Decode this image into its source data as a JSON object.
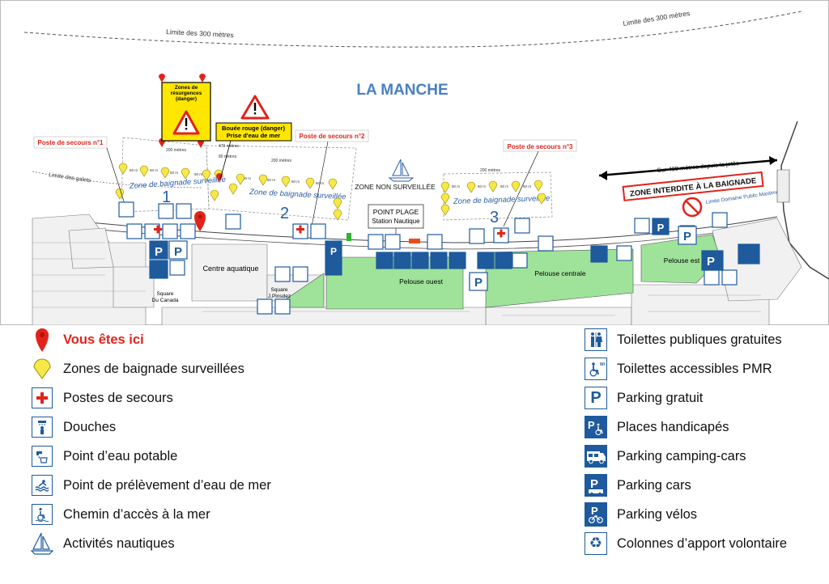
{
  "map": {
    "sea_label": "LA MANCHE",
    "limit_300_left": "Limite des 300 mètres",
    "limit_300_right": "Limite des 300 mètres",
    "limit_galets": "Limite des galets",
    "resurgence_label": "Zones de résurgences (danger)",
    "buoy_label_line1": "Bouée rouge (danger)",
    "buoy_label_line2": "Prise d'eau de mer",
    "poste1": "Poste de secours n°1",
    "poste2": "Poste de secours n°2",
    "poste3": "Poste de secours n°3",
    "zone_baignade_1": "Zone de baignade surveillée",
    "zone_baignade_2": "Zone de baignade surveillée",
    "zone_baignade_3": "Zone de baignade surveillée",
    "zone_num_1": "1",
    "zone_num_2": "2",
    "zone_num_3": "3",
    "zone_non_surveillee": "ZONE NON SURVEILLÉE",
    "point_plage_line1": "POINT PLAGE",
    "point_plage_line2": "Station Nautique",
    "zone_interdite": "ZONE INTERDITE À LA BAIGNADE",
    "sur_400": "Sur 400 mètres depuis la jetée",
    "limite_domaine": "Limite Domaine Public Maritime",
    "centre_aquatique": "Centre aquatique",
    "square_canada_l1": "Square",
    "square_canada_l2": "Du Canada",
    "square_pinsdez_l1": "Square",
    "square_pinsdez_l2": "J.Pinsdez",
    "pelouse_ouest": "Pelouse ouest",
    "pelouse_centrale": "Pelouse centrale",
    "pelouse_est": "Pelouse est",
    "dist_200": "200 mètres",
    "dist_470": "470 mètres",
    "dist_80": "80 mètres",
    "dist_50": "50 m",
    "dist_60": "60 m",
    "dist_200b": "200 mètres"
  },
  "legend_left": [
    {
      "icon": "location-pin-icon",
      "label": "Vous êtes ici",
      "color": "#e2231a"
    },
    {
      "icon": "yellow-buoy-icon",
      "label": "Zones de baignade surveillées",
      "color": "#f7e84a"
    },
    {
      "icon": "first-aid-icon",
      "label": "Postes de secours"
    },
    {
      "icon": "shower-icon",
      "label": "Douches"
    },
    {
      "icon": "drinking-water-icon",
      "label": "Point d’eau potable"
    },
    {
      "icon": "seawater-intake-icon",
      "label": "Point de prélèvement d’eau de mer"
    },
    {
      "icon": "sea-access-path-icon",
      "label": "Chemin d’accès à la mer"
    },
    {
      "icon": "sailboat-icon",
      "label": "Activités nautiques"
    }
  ],
  "legend_right": [
    {
      "icon": "public-toilets-icon",
      "label": "Toilettes publiques gratuites"
    },
    {
      "icon": "accessible-toilets-icon",
      "label": "Toilettes accessibles PMR"
    },
    {
      "icon": "free-parking-icon",
      "label": "Parking gratuit"
    },
    {
      "icon": "disabled-parking-icon",
      "label": "Places handicapés"
    },
    {
      "icon": "campervan-parking-icon",
      "label": "Parking camping-cars"
    },
    {
      "icon": "bus-parking-icon",
      "label": "Parking cars"
    },
    {
      "icon": "bike-parking-icon",
      "label": "Parking vélos"
    },
    {
      "icon": "recycling-icon",
      "label": "Colonnes d’apport volontaire"
    }
  ],
  "colors": {
    "accent_blue": "#1e5a9c",
    "sea_title": "#4a7fc1",
    "lawn_green": "#9fe39a",
    "danger_red": "#e2231a",
    "warning_yellow": "#ffe600"
  }
}
